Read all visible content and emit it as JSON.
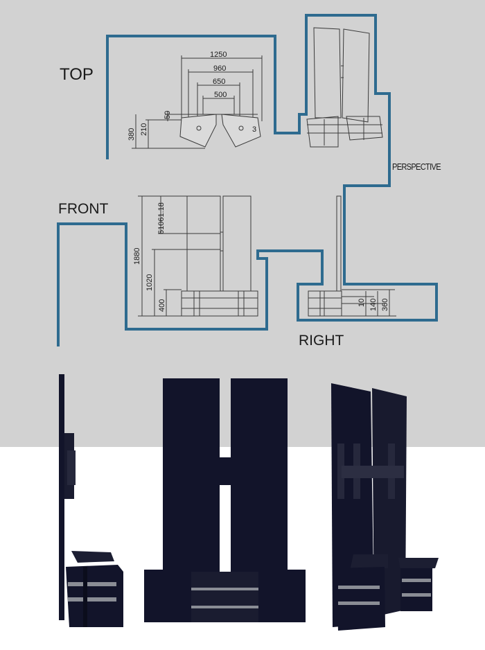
{
  "colors": {
    "sheet_background": "#d2d2d2",
    "lower_background": "#ffffff",
    "view_outline": "#2e6b8f",
    "line_drawing": "#3a3a3a",
    "furniture_body": "#12142a",
    "glass_shelf": "#8a8d95"
  },
  "views": {
    "top": {
      "label": "TOP"
    },
    "front": {
      "label": "FRONT"
    },
    "right": {
      "label": "RIGHT"
    },
    "perspective": {
      "label": "PERSPECTIVE"
    }
  },
  "dimensions": {
    "top": {
      "w1": "1250",
      "w2": "960",
      "w3": "650",
      "w4": "500",
      "d1": "50",
      "d2": "210",
      "d3": "380",
      "d4": "3"
    },
    "front": {
      "h1": "1880",
      "h2": "1020",
      "h3": "400",
      "h4": "61061.18"
    },
    "right": {
      "r1": "10",
      "r2": "140",
      "r3": "360"
    }
  }
}
